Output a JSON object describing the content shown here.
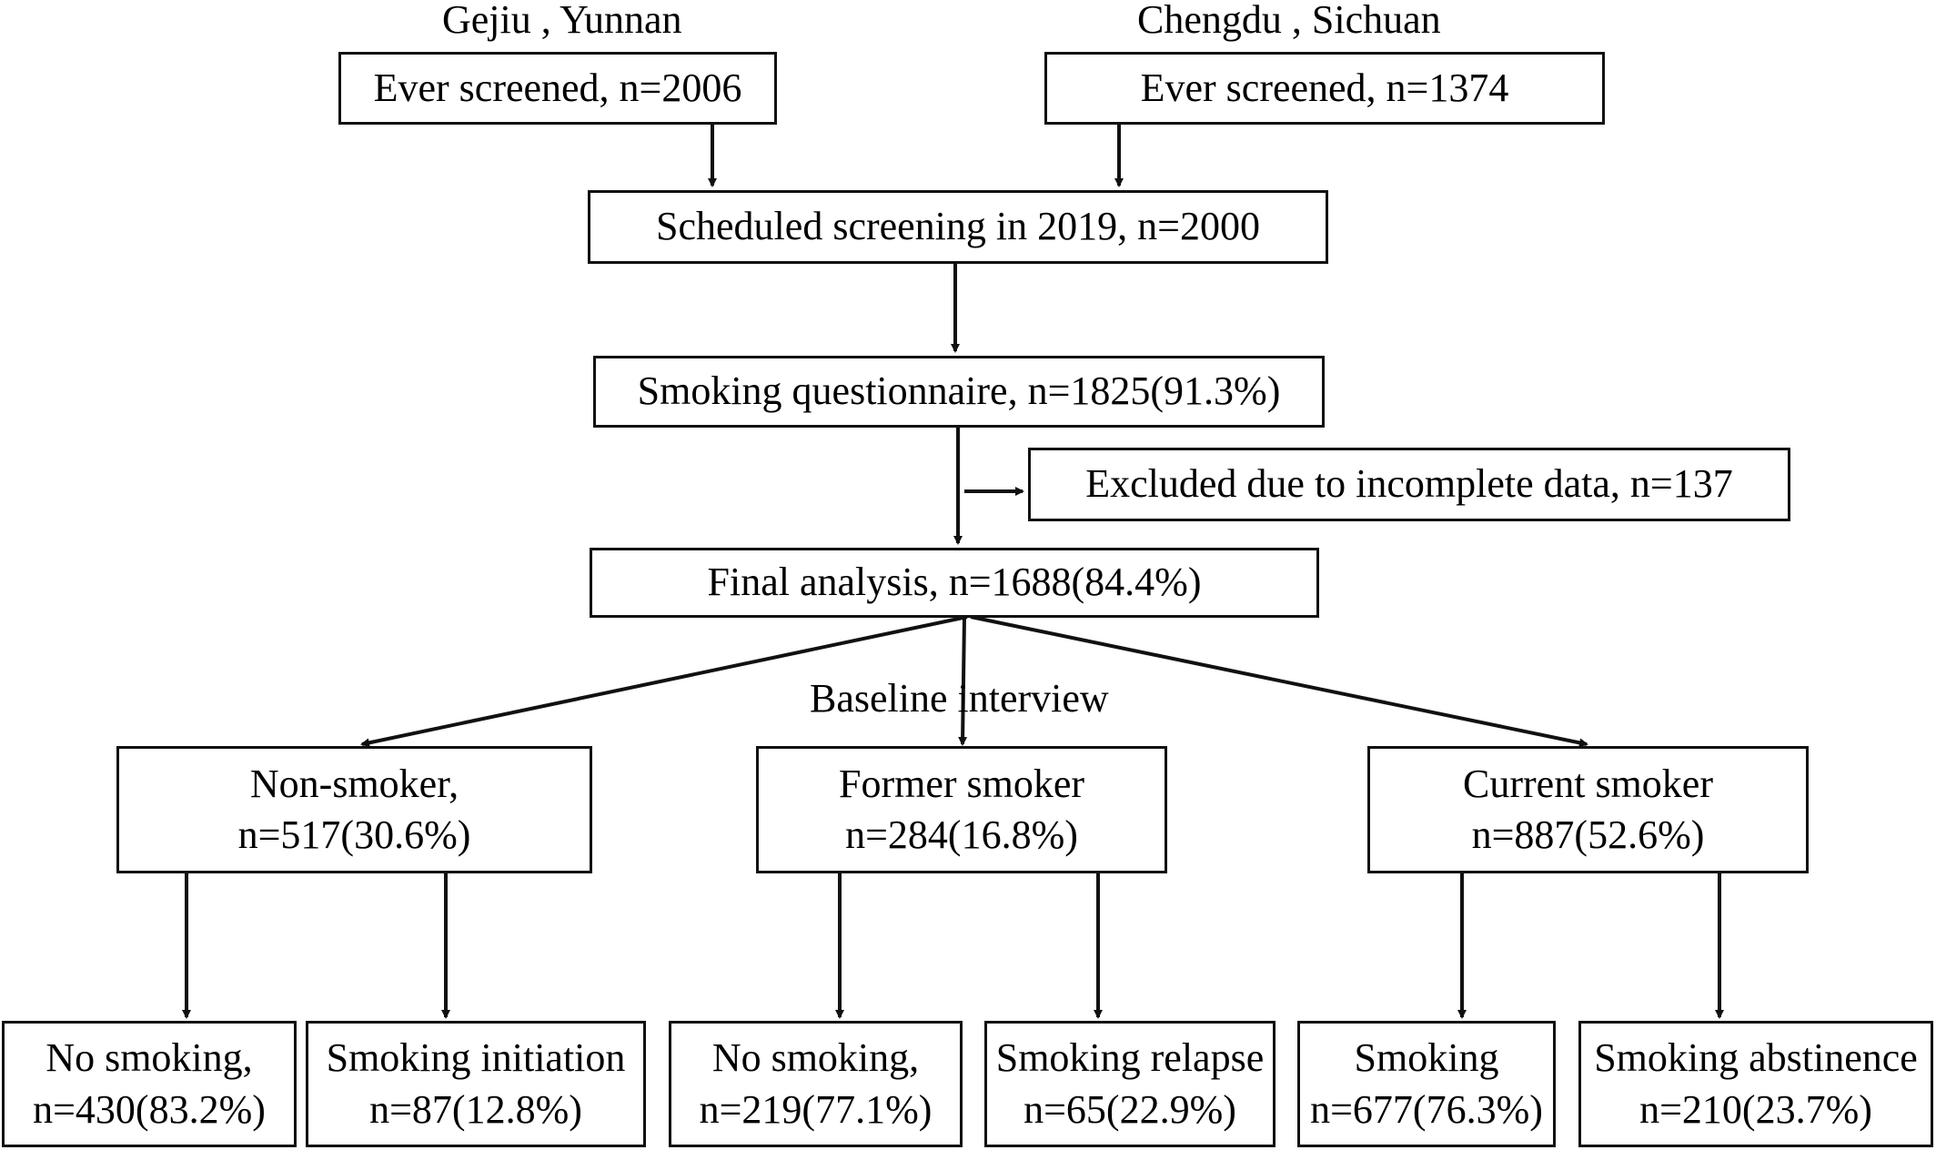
{
  "sites": {
    "left": "Gejiu , Yunnan",
    "right": "Chengdu , Sichuan"
  },
  "nodes": {
    "ever_gejiu": "Ever screened, n=2006",
    "ever_chengdu": "Ever screened, n=1374",
    "scheduled": "Scheduled screening in 2019, n=2000",
    "questionnaire": "Smoking questionnaire, n=1825(91.3%)",
    "excluded": "Excluded due to incomplete data, n=137",
    "final": "Final analysis, n=1688(84.4%)",
    "baseline_label": "Baseline interview",
    "non_smoker": {
      "line1": "Non-smoker,",
      "line2": "n=517(30.6%)"
    },
    "former_smoker": {
      "line1": "Former smoker",
      "line2": "n=284(16.8%)"
    },
    "current_smoker": {
      "line1": "Current smoker",
      "line2": "n=887(52.6%)"
    },
    "no_smoking_a": {
      "line1": "No smoking,",
      "line2": "n=430(83.2%)"
    },
    "initiation": {
      "line1": "Smoking initiation",
      "line2": "n=87(12.8%)"
    },
    "no_smoking_b": {
      "line1": "No smoking,",
      "line2": "n=219(77.1%)"
    },
    "relapse": {
      "line1": "Smoking relapse",
      "line2": "n=65(22.9%)"
    },
    "smoking": {
      "line1": "Smoking",
      "line2": "n=677(76.3%)"
    },
    "abstinence": {
      "line1": "Smoking abstinence",
      "line2": "n=210(23.7%)"
    }
  },
  "colors": {
    "line": "#111111",
    "background": "#ffffff"
  }
}
